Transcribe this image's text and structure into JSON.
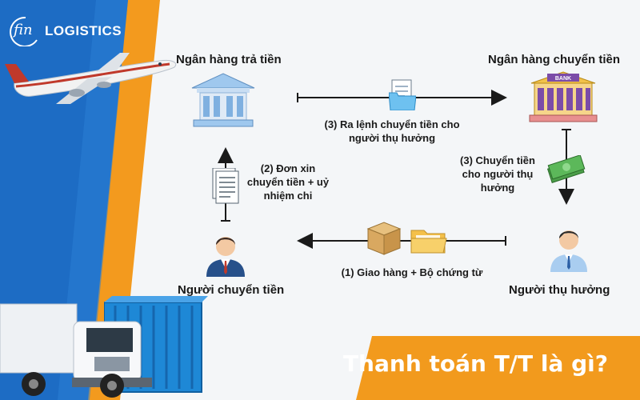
{
  "brand": {
    "logo_mark": "fin",
    "logo_text": "LOGISTICS"
  },
  "nodes": {
    "paying_bank": "Ngân hàng trả tiền",
    "remitting_bank": "Ngân hàng chuyển tiền",
    "remitter": "Người chuyển tiền",
    "beneficiary": "Người thụ hưởng"
  },
  "bank_sign": "BANK",
  "steps": {
    "step1": "(1) Giao hàng + Bộ chứng từ",
    "step2_line1": "(2) Đơn xin",
    "step2_line2": "chuyển tiền + uỷ",
    "step2_line3": "nhiệm chi",
    "step3a_line1": "(3) Ra lệnh chuyển tiền cho",
    "step3a_line2": "người thụ hưởng",
    "step3b_line1": "(3) Chuyển tiền",
    "step3b_line2": "cho người thụ",
    "step3b_line3": "hưởng"
  },
  "banner": {
    "title": "Thanh toán T/T là gì?"
  },
  "colors": {
    "blue_panel": "#1d6cc4",
    "orange_panel": "#f39a1e",
    "banner": "#f29a1d",
    "arrow": "#1a1a1a"
  },
  "icons": [
    "plane-icon",
    "truck-icon",
    "container-icon",
    "bank-icon",
    "document-icon",
    "folder-icon",
    "money-icon",
    "person-icon",
    "box-icon"
  ]
}
